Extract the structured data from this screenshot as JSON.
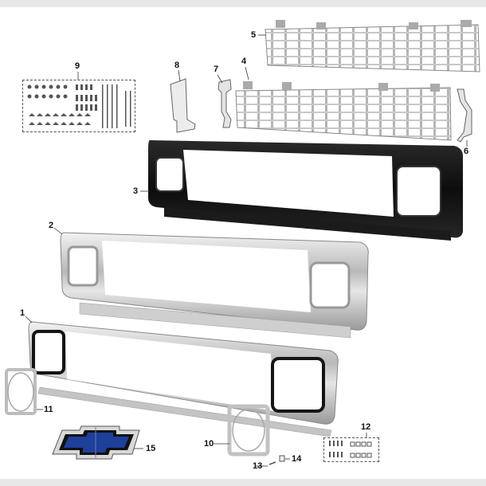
{
  "diagram": {
    "title": "Grille assembly exploded parts view",
    "colors": {
      "background": "#ffffff",
      "frame_bars": "#e8e8e8",
      "black_shell": "#151515",
      "chrome": "#c8c8c8",
      "grille_insert": "#d9d9d9",
      "emblem_blue": "#1e3f9a",
      "callout_text": "#111111"
    },
    "callouts": [
      {
        "id": "1",
        "label": "1",
        "part": "chrome grille surround with black headlamp bezels"
      },
      {
        "id": "2",
        "label": "2",
        "part": "chrome grille shell"
      },
      {
        "id": "3",
        "label": "3",
        "part": "black grille shell"
      },
      {
        "id": "4",
        "label": "4",
        "part": "lower grille insert"
      },
      {
        "id": "5",
        "label": "5",
        "part": "upper grille insert"
      },
      {
        "id": "6",
        "label": "6",
        "part": "right grille bracket"
      },
      {
        "id": "7",
        "label": "7",
        "part": "left grille bracket"
      },
      {
        "id": "8",
        "label": "8",
        "part": "center support brace"
      },
      {
        "id": "9",
        "label": "9",
        "part": "grille hardware kit"
      },
      {
        "id": "10",
        "label": "10",
        "part": "right headlamp bezel"
      },
      {
        "id": "11",
        "label": "11",
        "part": "left headlamp bezel"
      },
      {
        "id": "12",
        "label": "12",
        "part": "bezel hardware kit"
      },
      {
        "id": "13",
        "label": "13",
        "part": "screw"
      },
      {
        "id": "14",
        "label": "14",
        "part": "clip nut"
      },
      {
        "id": "15",
        "label": "15",
        "part": "bowtie emblem"
      }
    ]
  }
}
